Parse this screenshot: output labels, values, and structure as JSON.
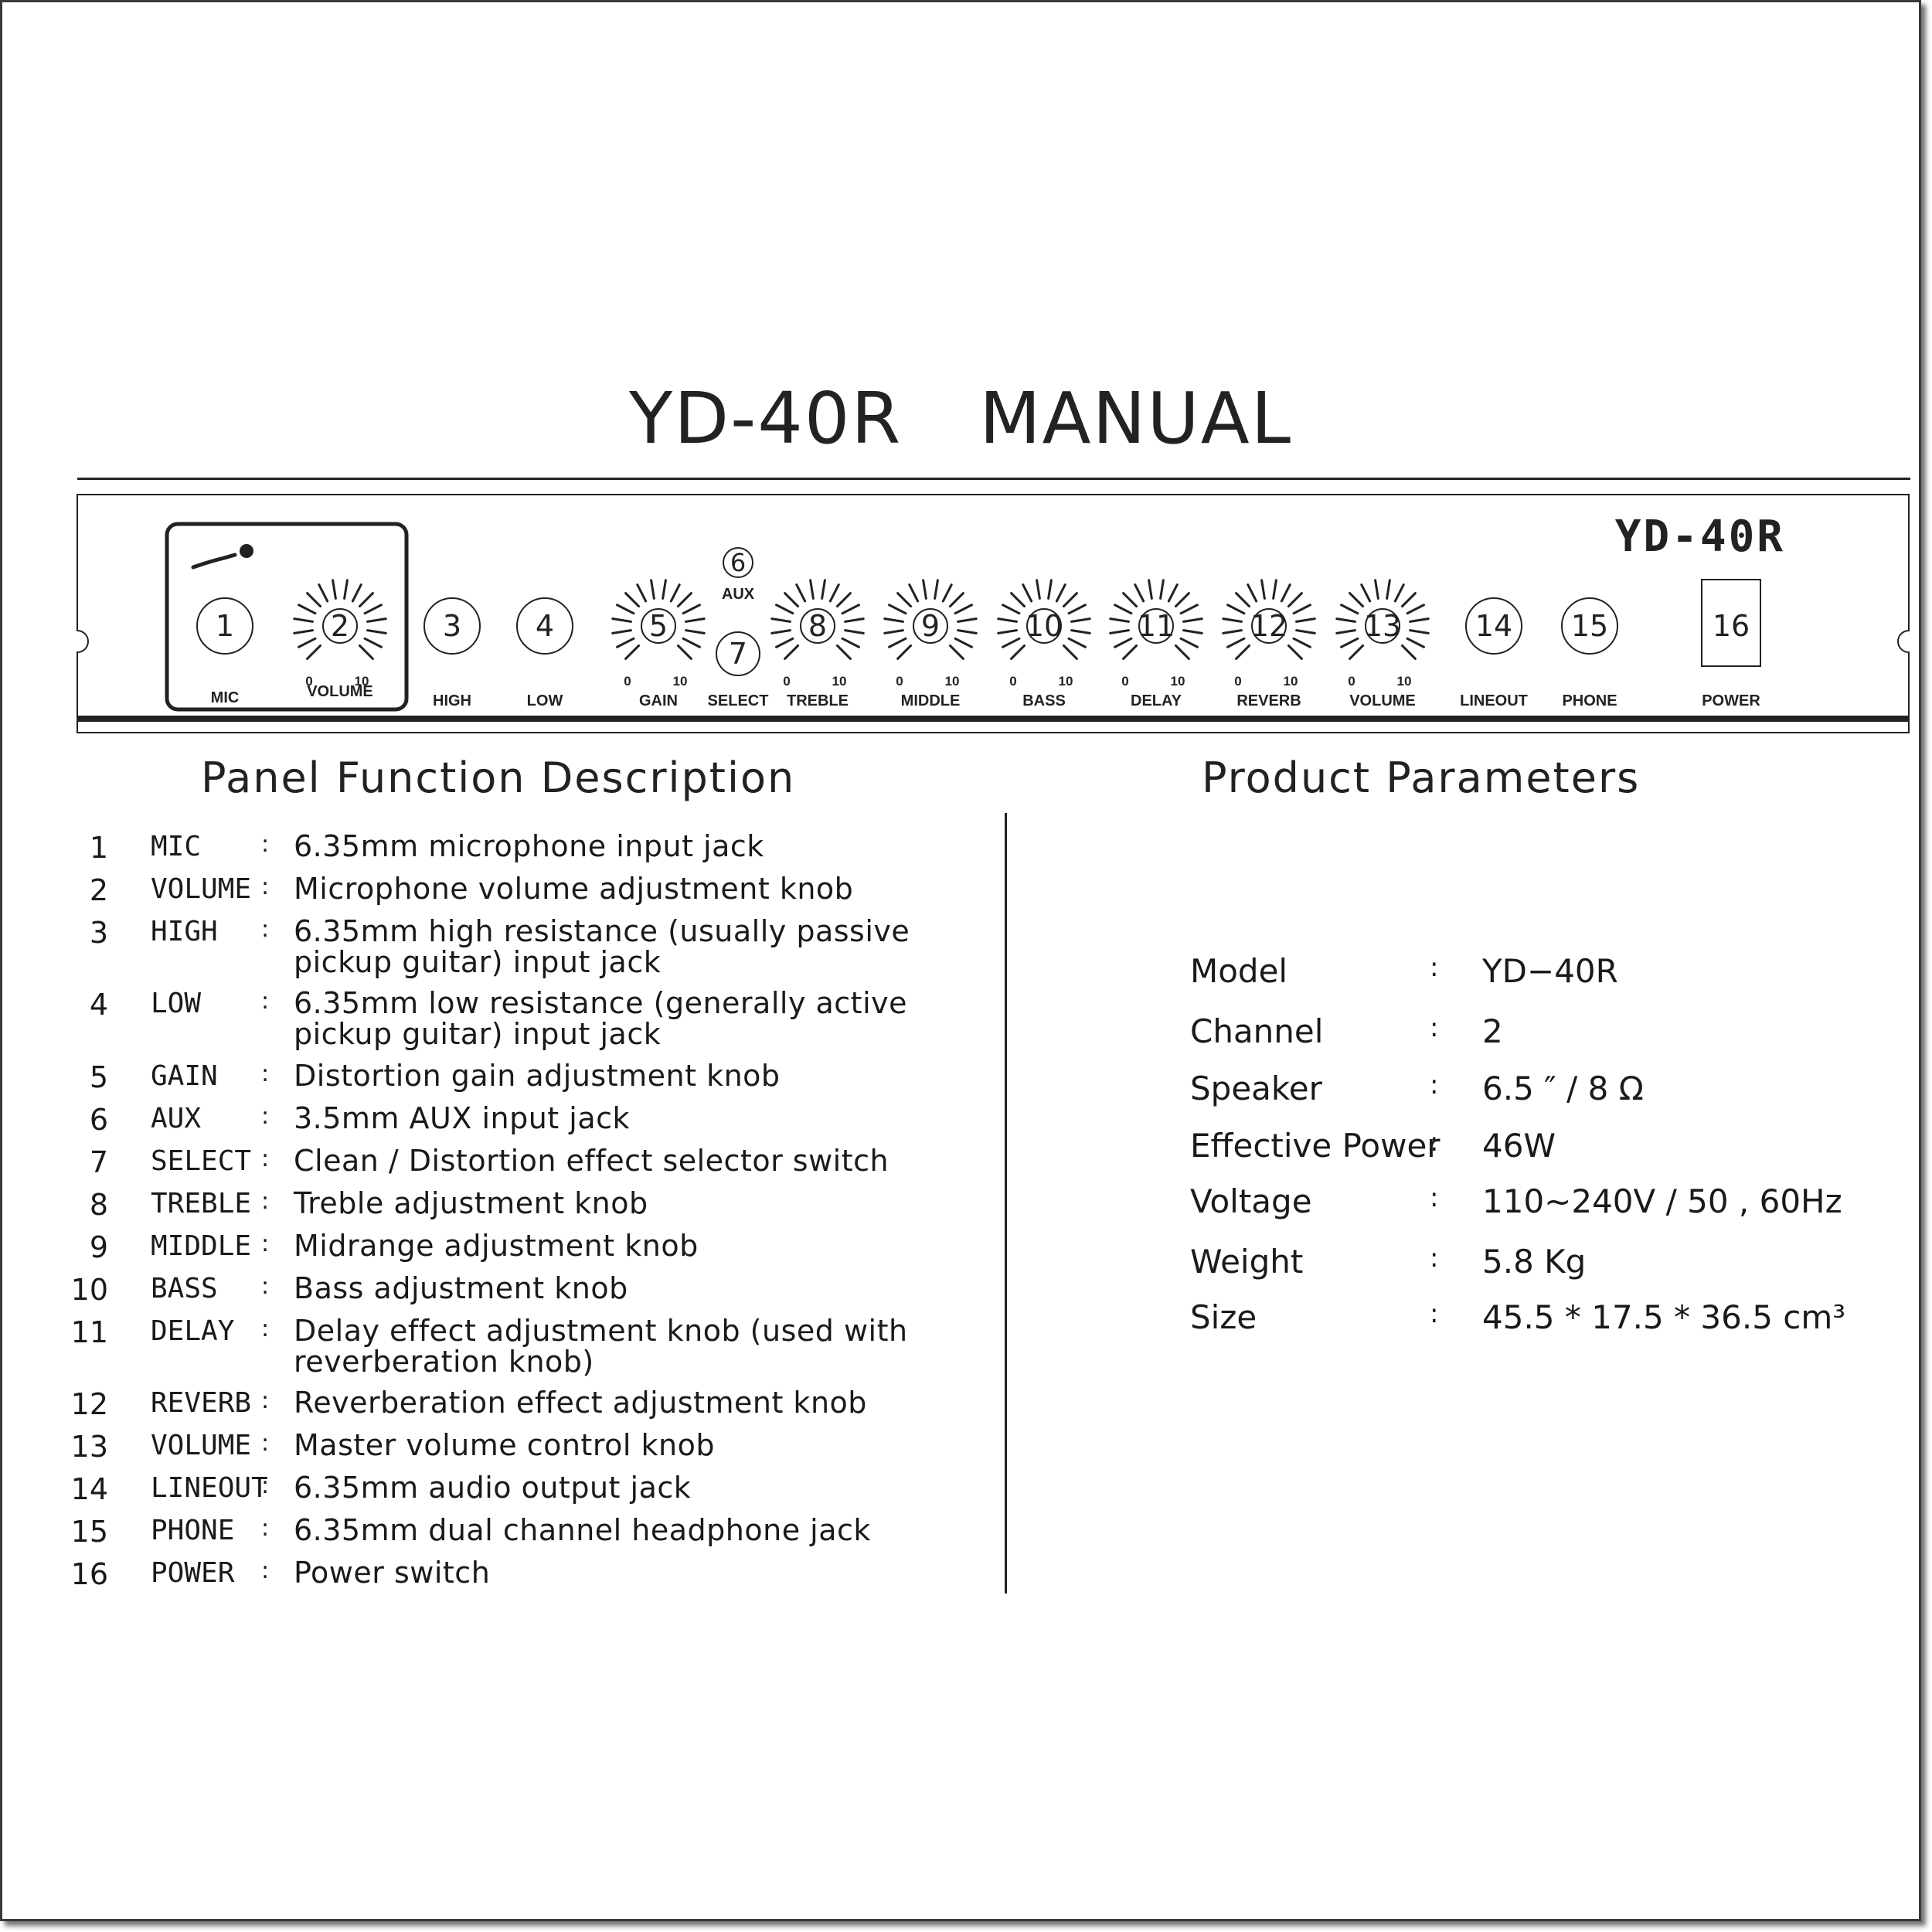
{
  "title": {
    "model": "YD-40R",
    "word": "MANUAL"
  },
  "panel": {
    "brand": "YD-40R",
    "controls": [
      {
        "num": "1",
        "label": "MIC",
        "kind": "jack"
      },
      {
        "num": "2",
        "label": "VOLUME",
        "kind": "knob",
        "min": "0",
        "max": "10"
      },
      {
        "num": "3",
        "label": "HIGH",
        "kind": "jack"
      },
      {
        "num": "4",
        "label": "LOW",
        "kind": "jack"
      },
      {
        "num": "5",
        "label": "GAIN",
        "kind": "knob",
        "min": "0",
        "max": "10"
      },
      {
        "num": "6",
        "label": "AUX",
        "kind": "small-jack"
      },
      {
        "num": "7",
        "label": "SELECT",
        "kind": "switch"
      },
      {
        "num": "8",
        "label": "TREBLE",
        "kind": "knob",
        "min": "0",
        "max": "10"
      },
      {
        "num": "9",
        "label": "MIDDLE",
        "kind": "knob",
        "min": "0",
        "max": "10"
      },
      {
        "num": "10",
        "label": "BASS",
        "kind": "knob",
        "min": "0",
        "max": "10"
      },
      {
        "num": "11",
        "label": "DELAY",
        "kind": "knob",
        "min": "0",
        "max": "10"
      },
      {
        "num": "12",
        "label": "REVERB",
        "kind": "knob",
        "min": "0",
        "max": "10"
      },
      {
        "num": "13",
        "label": "VOLUME",
        "kind": "knob",
        "min": "0",
        "max": "10"
      },
      {
        "num": "14",
        "label": "LINEOUT",
        "kind": "jack"
      },
      {
        "num": "15",
        "label": "PHONE",
        "kind": "jack"
      },
      {
        "num": "16",
        "label": "POWER",
        "kind": "power"
      }
    ]
  },
  "functions": {
    "title": "Panel Function Description",
    "items": [
      {
        "num": "1",
        "name": "MIC",
        "desc": "6.35mm microphone input jack"
      },
      {
        "num": "2",
        "name": "VOLUME",
        "desc": "Microphone volume adjustment knob"
      },
      {
        "num": "3",
        "name": "HIGH",
        "desc": "6.35mm high resistance (usually passive pickup guitar) input jack"
      },
      {
        "num": "4",
        "name": "LOW",
        "desc": "6.35mm low resistance (generally active pickup guitar) input jack"
      },
      {
        "num": "5",
        "name": "GAIN",
        "desc": "Distortion gain adjustment knob"
      },
      {
        "num": "6",
        "name": "AUX",
        "desc": "3.5mm AUX input jack"
      },
      {
        "num": "7",
        "name": "SELECT",
        "desc": "Clean / Distortion effect selector switch"
      },
      {
        "num": "8",
        "name": "TREBLE",
        "desc": "Treble adjustment knob"
      },
      {
        "num": "9",
        "name": "MIDDLE",
        "desc": "Midrange adjustment knob"
      },
      {
        "num": "10",
        "name": "BASS",
        "desc": "Bass adjustment knob"
      },
      {
        "num": "11",
        "name": "DELAY",
        "desc": "Delay effect adjustment knob (used with reverberation knob)"
      },
      {
        "num": "12",
        "name": "REVERB",
        "desc": "Reverberation effect adjustment knob"
      },
      {
        "num": "13",
        "name": "VOLUME",
        "desc": "Master volume control knob"
      },
      {
        "num": "14",
        "name": "LINEOUT",
        "desc": "6.35mm audio output jack"
      },
      {
        "num": "15",
        "name": "PHONE",
        "desc": "6.35mm dual channel headphone jack"
      },
      {
        "num": "16",
        "name": "POWER",
        "desc": "Power switch"
      }
    ]
  },
  "parameters": {
    "title": "Product Parameters",
    "items": [
      {
        "label": "Model",
        "value": "YD−40R"
      },
      {
        "label": "Channel",
        "value": "2"
      },
      {
        "label": "Speaker",
        "value": "6.5 ″ / 8 Ω"
      },
      {
        "label": "Effective Power",
        "value": "46W"
      },
      {
        "label": "Voltage",
        "value": "110~240V / 50 , 60Hz"
      },
      {
        "label": "Weight",
        "value": "5.8 Kg"
      },
      {
        "label": "Size",
        "value": "45.5 * 17.5 * 36.5 cm³"
      }
    ]
  },
  "colors": {
    "ink": "#222222",
    "paper": "#ffffff"
  },
  "icons": {
    "mic": "microphone-icon"
  }
}
